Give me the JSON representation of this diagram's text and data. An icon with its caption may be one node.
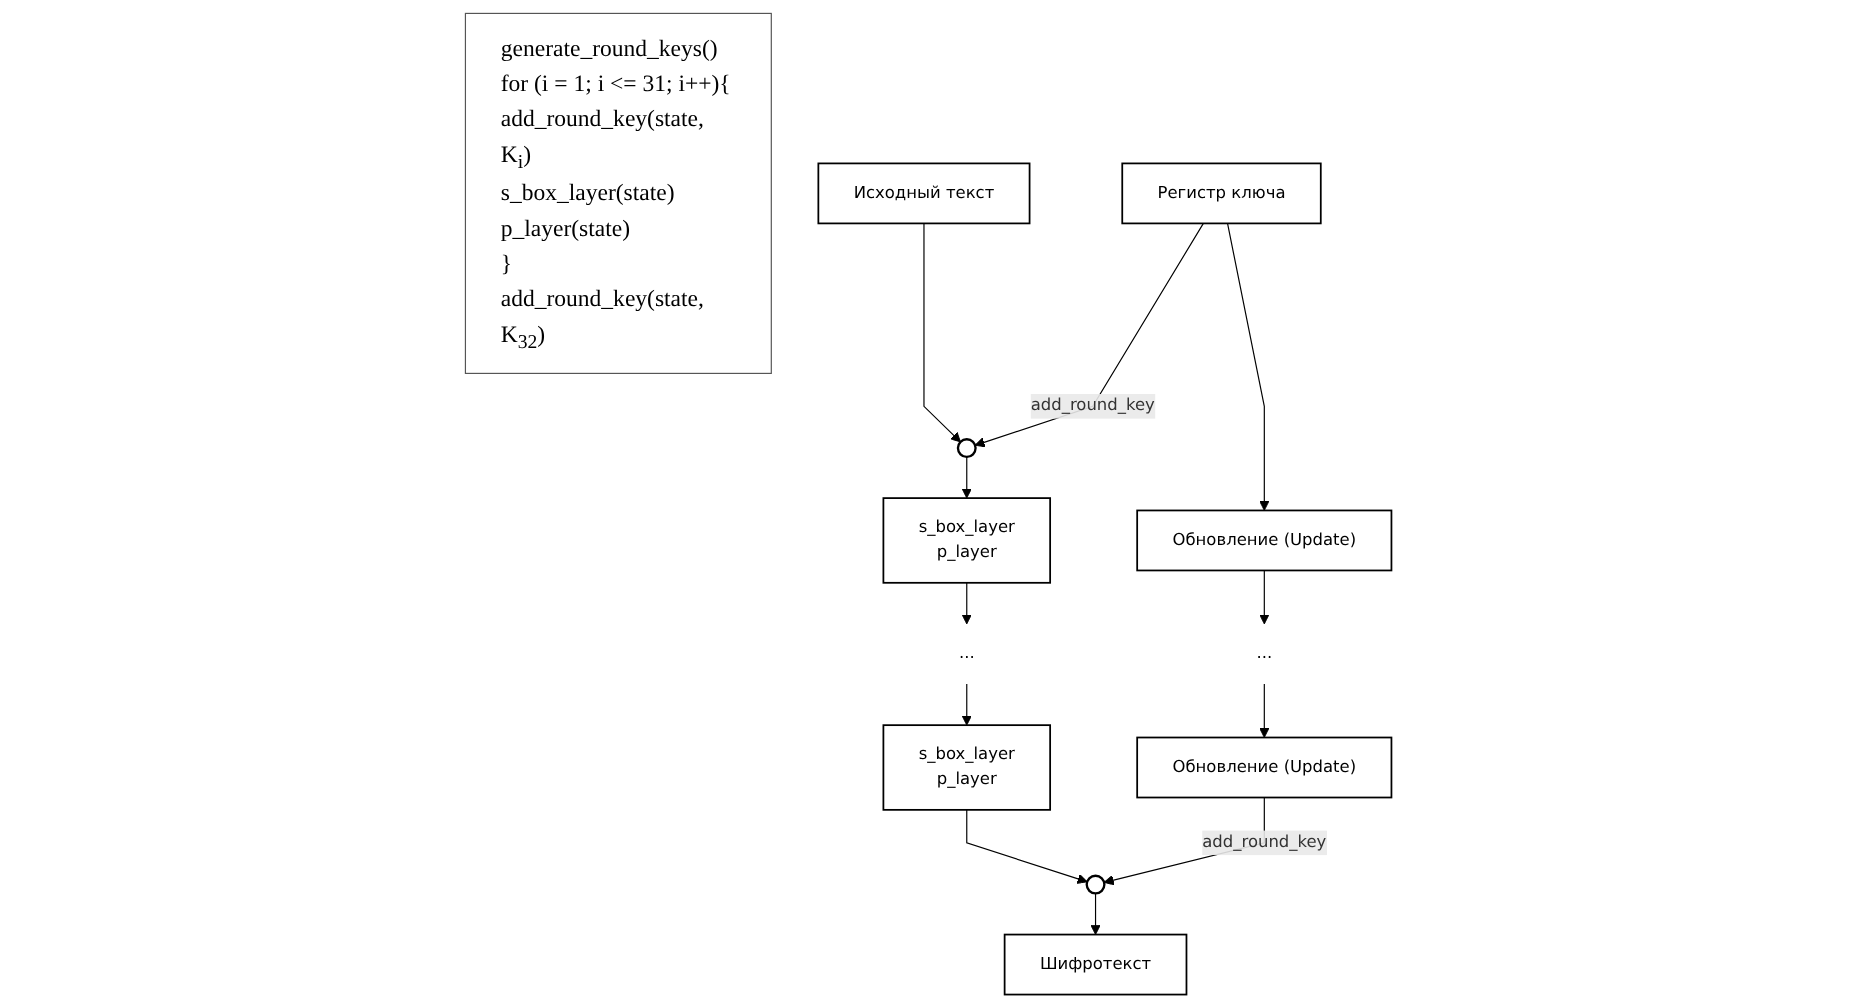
{
  "diagram": {
    "nodes": [
      {
        "text": [
          "generate_round_keys()",
          "for (i = 1; i <= 31; i++){",
          "add_round_key(state, K$_{i}$)",
          "s_box_layer(state)",
          "p_layer(state)",
          "}",
          "add_round_key(state, K$_{32}$)"
        ]
      },
      {
        "text": [
          "Исходный текст"
        ]
      },
      {
        "text": [
          "Регистр ключа"
        ]
      },
      {
        "text": [],
        "shape": "circle"
      },
      {
        "text": [
          "s_box_layer",
          "p_layer"
        ]
      },
      {
        "text": [
          "Обновление (Update)"
        ]
      },
      {
        "text": [
          "..."
        ]
      },
      {
        "text": [
          "..."
        ]
      },
      {
        "text": [
          "s_box_layer",
          "p_layer"
        ]
      },
      {
        "text": [
          "Обновление (Update)"
        ]
      },
      {
        "text": [],
        "shape": "circle"
      },
      {
        "text": [
          "Шифротекст"
        ]
      }
    ],
    "edges": [
      {
        "from": 1,
        "to": 3,
        "arrow": "to"
      },
      {
        "from": 2,
        "to": 3,
        "arrow": "to",
        "label": "add_round_key"
      },
      {
        "from": 2,
        "to": 5,
        "arrow": "to"
      },
      {
        "from": 3,
        "to": 4,
        "arrow": "to"
      },
      {
        "from": 4,
        "to": 6,
        "arrow": "to"
      },
      {
        "from": 5,
        "to": 7,
        "arrow": "to"
      },
      {
        "from": 6,
        "to": 8,
        "arrow": "to"
      },
      {
        "from": 7,
        "to": 9,
        "arrow": "to"
      },
      {
        "from": 8,
        "to": 10,
        "arrow": "to"
      },
      {
        "from": 9,
        "to": 10,
        "arrow": "to",
        "label": "add_round_key"
      },
      {
        "from": 10,
        "to": 11,
        "arrow": "to"
      }
    ]
  }
}
